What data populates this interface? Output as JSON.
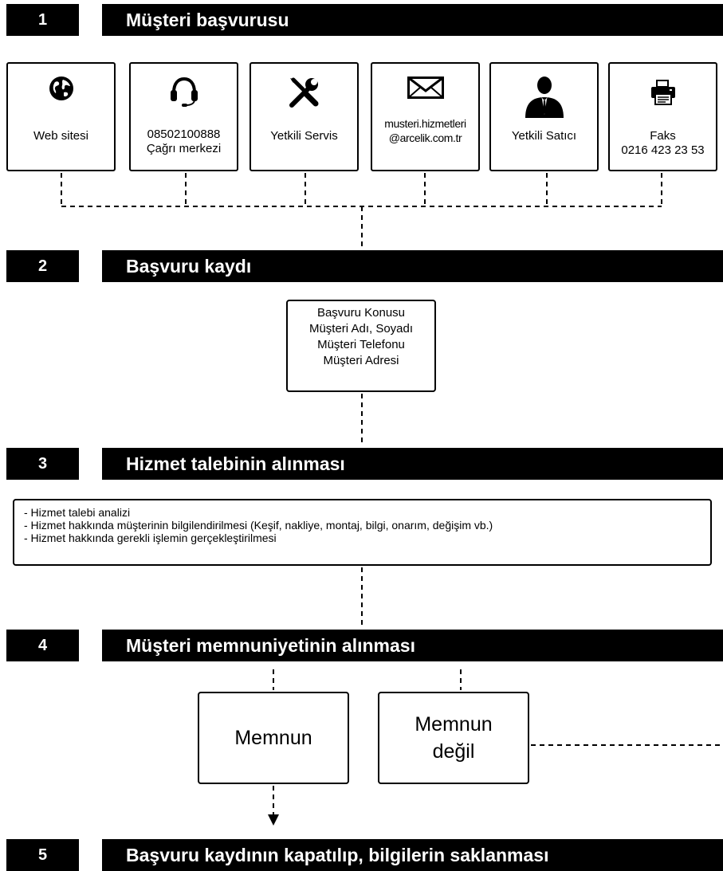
{
  "steps": [
    {
      "number": "1",
      "title": "Müşteri başvurusu"
    },
    {
      "number": "2",
      "title": "Başvuru kaydı"
    },
    {
      "number": "3",
      "title": "Hizmet talebinin alınması"
    },
    {
      "number": "4",
      "title": "Müşteri memnuniyetinin alınması"
    },
    {
      "number": "5",
      "title": "Başvuru kaydının kapatılıp, bilgilerin saklanması"
    }
  ],
  "channels": [
    {
      "icon": "globe-icon",
      "line1": "Web sitesi",
      "line2": ""
    },
    {
      "icon": "headset-icon",
      "line1": "08502100888",
      "line2": "Çağrı merkezi"
    },
    {
      "icon": "tools-icon",
      "line1": "Yetkili Servis",
      "line2": ""
    },
    {
      "icon": "envelope-icon",
      "line1": "musteri.hizmetleri",
      "line2": "@arcelik.com.tr"
    },
    {
      "icon": "businessman-icon",
      "line1": "Yetkili Satıcı",
      "line2": ""
    },
    {
      "icon": "fax-icon",
      "line1": "Faks",
      "line2": "0216 423 23 53"
    }
  ],
  "registration_fields": [
    "Başvuru Konusu",
    "Müşteri Adı, Soyadı",
    "Müşteri Telefonu",
    "Müşteri Adresi"
  ],
  "service_items": [
    "- Hizmet talebi analizi",
    "- Hizmet hakkında müşterinin bilgilendirilmesi (Keşif, nakliye, montaj, bilgi, onarım, değişim vb.)",
    "- Hizmet hakkında gerekli işlemin gerçekleştirilmesi"
  ],
  "satisfaction": {
    "satisfied": "Memnun",
    "not_satisfied_line1": "Memnun",
    "not_satisfied_line2": "değil"
  }
}
